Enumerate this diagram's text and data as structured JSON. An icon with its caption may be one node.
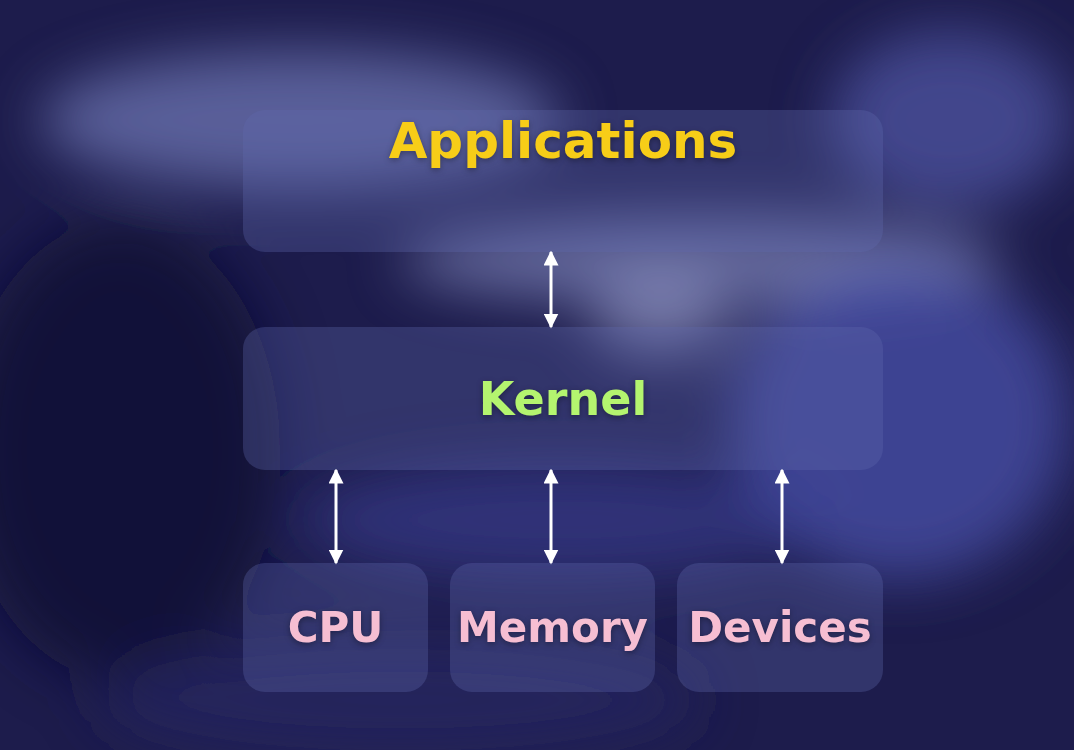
{
  "diagram": {
    "nodes": [
      {
        "text": [
          "Applications"
        ]
      },
      {
        "text": [
          "Kernel"
        ]
      },
      {
        "text": [
          "CPU"
        ]
      },
      {
        "text": [
          "Memory"
        ]
      },
      {
        "text": [
          "Devices"
        ]
      }
    ],
    "edges": [
      {
        "from": 0,
        "to": 1,
        "arrow": "both"
      },
      {
        "from": 1,
        "to": 2,
        "arrow": "both"
      },
      {
        "from": 1,
        "to": 3,
        "arrow": "both"
      },
      {
        "from": 1,
        "to": 4,
        "arrow": "both"
      }
    ]
  }
}
